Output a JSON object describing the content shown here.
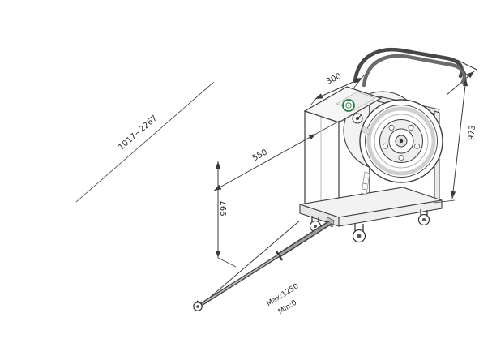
{
  "colors": {
    "background": "#ffffff",
    "line": "#3a3a3a",
    "accent_green": "#267a43"
  },
  "dimensions": {
    "overall_length": "1017~2267",
    "top_width": "300",
    "body_width": "550",
    "front_height": "997",
    "rear_height": "973",
    "lance_max": "Max:1250",
    "lance_min": "Min:0"
  }
}
